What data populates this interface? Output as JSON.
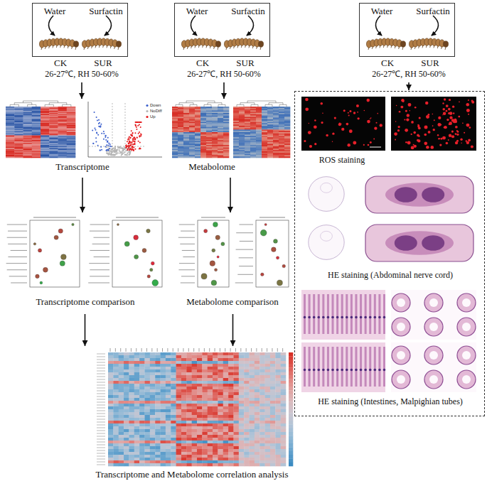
{
  "diagram": {
    "nodes": [
      {
        "text": [
          "Water",
          "Surfactin",
          "CK",
          "SUR"
        ]
      },
      {
        "text": [
          "26-27℃, RH 50-60%"
        ]
      },
      {
        "text": [
          "Water",
          "Surfactin",
          "CK",
          "SUR"
        ]
      },
      {
        "text": [
          "26-27℃, RH 50-60%"
        ]
      },
      {
        "text": [
          "Water",
          "Surfactin",
          "CK",
          "SUR"
        ]
      },
      {
        "text": [
          "26-27℃, RH 50-60%"
        ]
      },
      {
        "text": [
          "Transcriptome"
        ]
      },
      {
        "text": [
          "Metabolome"
        ]
      },
      {
        "text": [
          "Transcriptome comparison"
        ]
      },
      {
        "text": [
          "Metabolome comparison"
        ]
      },
      {
        "text": [
          "Transcriptome and Metabolome correlation analysis"
        ]
      },
      {
        "text": []
      },
      {
        "text": [
          "ROS staining"
        ],
        "in": 11
      },
      {
        "text": [
          "HE staining (Abdominal nerve cord)"
        ],
        "in": 11
      },
      {
        "text": [
          "HE staining (Intestines, Malpighian tubes)"
        ],
        "in": 11
      }
    ],
    "edges": [
      {
        "from": 1,
        "to": 6,
        "arrow": "to"
      },
      {
        "from": 3,
        "to": 7,
        "arrow": "to"
      },
      {
        "from": 5,
        "to": 11,
        "arrow": "to"
      },
      {
        "from": 6,
        "to": 8,
        "arrow": "to"
      },
      {
        "from": 7,
        "to": 9,
        "arrow": "to"
      },
      {
        "from": 8,
        "to": 10,
        "arrow": "to"
      },
      {
        "from": 9,
        "to": 10,
        "arrow": "to"
      }
    ],
    "labels": [
      "Down",
      "NoDiff",
      "Up"
    ]
  }
}
